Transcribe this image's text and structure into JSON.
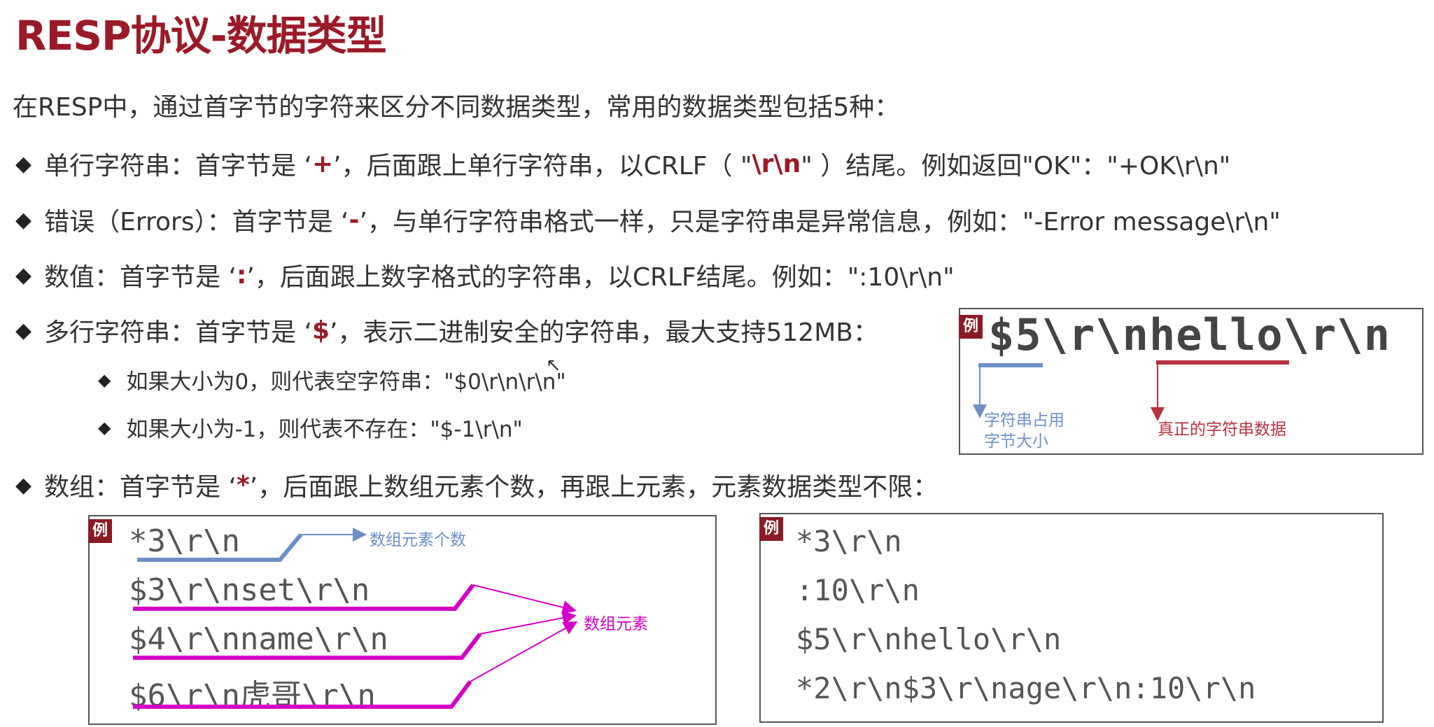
{
  "title": "RESP协议-数据类型",
  "intro": "在RESP中，通过首字节的字符来区分不同数据类型，常用的数据类型包括5种：",
  "bullets": [
    {
      "pre": "单行字符串：首字节是 ‘",
      "mark": "+",
      "mid": "’，后面跟上单行字符串，以CRLF（ \"",
      "crlf": "\\r\\n",
      "post": "\" ）结尾。例如返回\"OK\"：\"+OK\\r\\n\""
    },
    {
      "pre": "错误（Errors）：首字节是 ‘",
      "mark": "-",
      "post": "’，与单行字符串格式一样，只是字符串是异常信息，例如：\"-Error message\\r\\n\""
    },
    {
      "pre": "数值：首字节是 ‘",
      "mark": ":",
      "post": "’，后面跟上数字格式的字符串，以CRLF结尾。例如：\":10\\r\\n\""
    },
    {
      "pre": "多行字符串：首字节是 ‘",
      "mark": "$",
      "post": "’，表示二进制安全的字符串，最大支持512MB："
    },
    {
      "pre": "数组：首字节是 ‘",
      "mark": "*",
      "post": "’，后面跟上数组元素个数，再跟上元素，元素数据类型不限："
    }
  ],
  "sub_bullets": [
    "如果大小为0，则代表空字符串：\"$0\\r\\n\\r\\n\"",
    "如果大小为-1，则代表不存在：\"$-1\\r\\n\""
  ],
  "example_badge": "例",
  "bulk_example": {
    "code": "$5\\r\\nhello\\r\\n",
    "size_label": "字符串占用\n字节大小",
    "data_label": "真正的字符串数据"
  },
  "array_example_1": {
    "lines": [
      "*3\\r\\n",
      "$3\\r\\nset\\r\\n",
      "$4\\r\\nname\\r\\n",
      "$6\\r\\n虎哥\\r\\n"
    ],
    "count_label": "数组元素个数",
    "elements_label": "数组元素"
  },
  "array_example_2": {
    "lines": [
      "*3\\r\\n",
      ":10\\r\\n",
      "$5\\r\\nhello\\r\\n",
      "*2\\r\\n$3\\r\\nage\\r\\n:10\\r\\n"
    ]
  },
  "colors": {
    "title": "#9b1a27",
    "highlight": "#9b1a27",
    "badge": "#8b1a24",
    "size_line": "#6b8fc7",
    "data_line": "#b8323f",
    "element_line": "#d400c8"
  }
}
